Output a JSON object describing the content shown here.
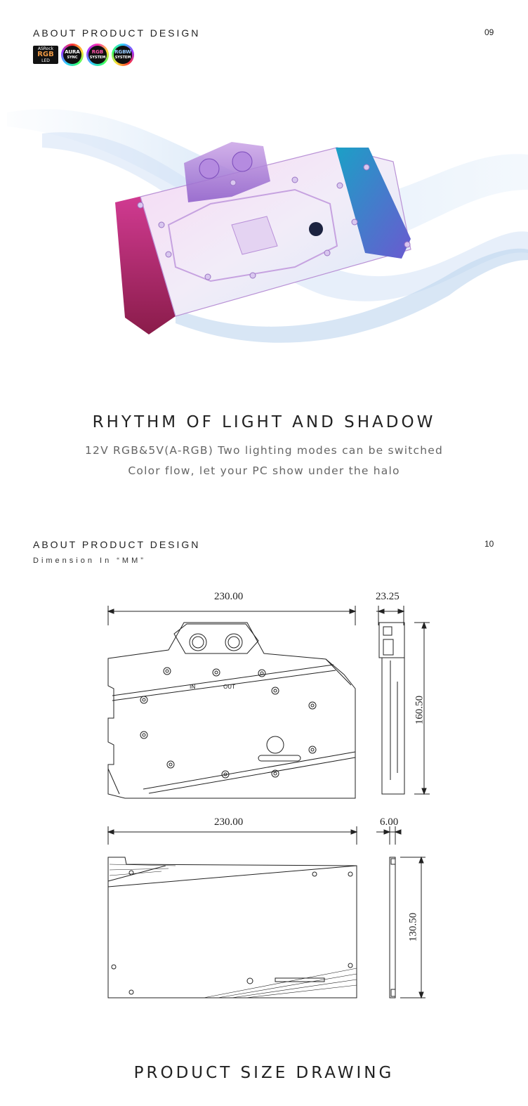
{
  "section1": {
    "title": "ABOUT PRODUCT DESIGN",
    "page_number": "09",
    "logos": [
      {
        "name": "asrock-rgb-led",
        "lines": [
          "ASRock",
          "RGB",
          "LED"
        ]
      },
      {
        "name": "asus-aura-sync",
        "lines": [
          "AURA",
          "SYNC"
        ]
      },
      {
        "name": "msi-rgb-system",
        "lines": [
          "RGB",
          "SYSTEM"
        ]
      },
      {
        "name": "gigabyte-rgb-system",
        "lines": [
          "RGBW",
          "SYSTEM"
        ]
      }
    ],
    "headline": "RHYTHM OF LIGHT AND SHADOW",
    "line1": "12V RGB&5V(A-RGB) Two lighting modes can be switched",
    "line2": "Color flow, let your PC show under the halo"
  },
  "section2": {
    "title": "ABOUT PRODUCT DESIGN",
    "page_number": "10",
    "subtitle": "Dimension In “MM”",
    "front_width": "230.00",
    "side_depth": "23.25",
    "side_height": "160.50",
    "back_width": "230.00",
    "back_side_depth": "6.00",
    "back_side_height": "130.50",
    "plate_label_in": "IN",
    "plate_label_out": "OUT",
    "headline": "PRODUCT SIZE DRAWING"
  },
  "colors": {
    "text": "#222222",
    "muted": "#666666",
    "accent_pink": "#c84fb0",
    "accent_cyan": "#2ab3d6"
  }
}
